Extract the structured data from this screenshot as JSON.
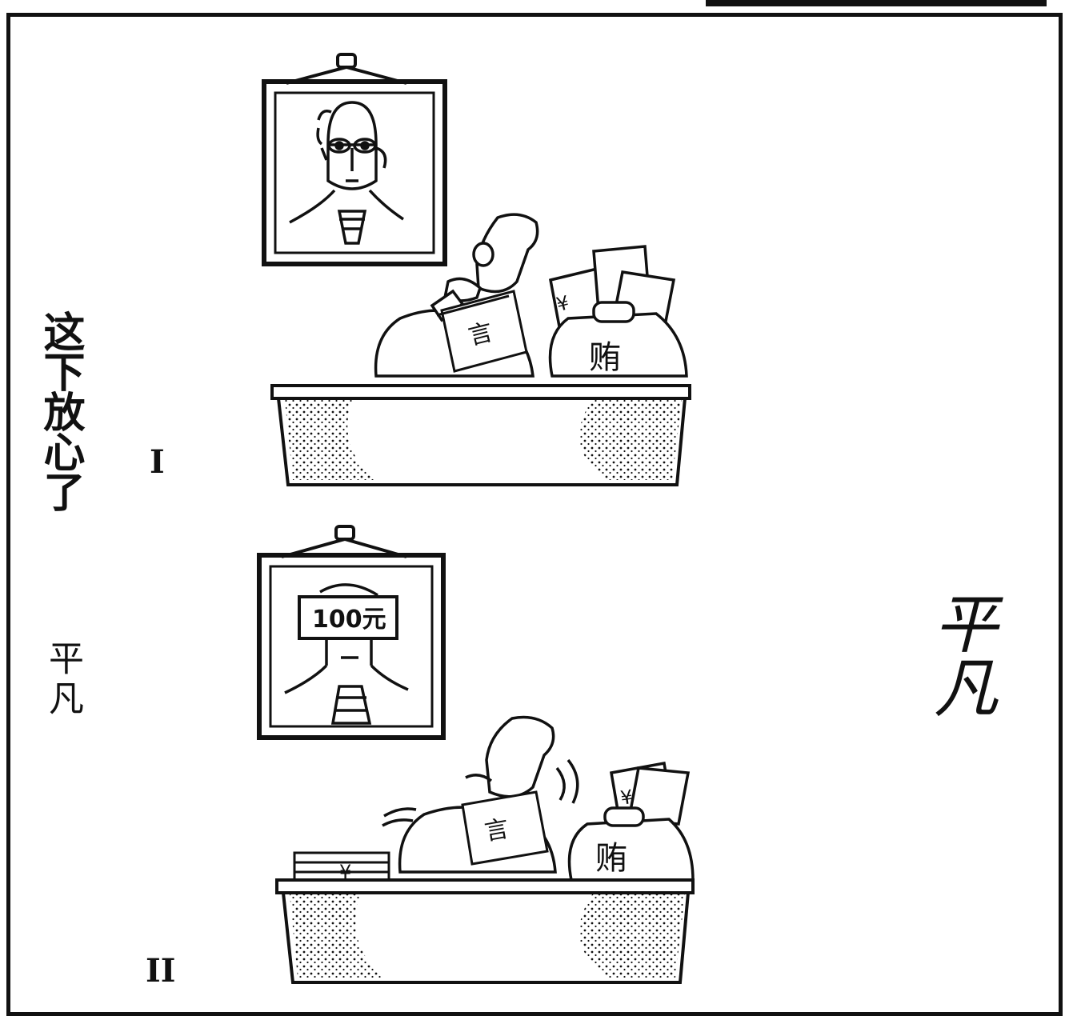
{
  "title": "这下放心了",
  "author": "平凡",
  "panels": [
    {
      "number": "I",
      "desk_bag_label": "贿",
      "letter_label": "言",
      "bill_symbol": "¥"
    },
    {
      "number": "II",
      "portrait_note": "100元",
      "desk_bag_label": "贿",
      "letter_label": "言",
      "bill_symbol": "¥"
    }
  ],
  "signature": "平凡"
}
